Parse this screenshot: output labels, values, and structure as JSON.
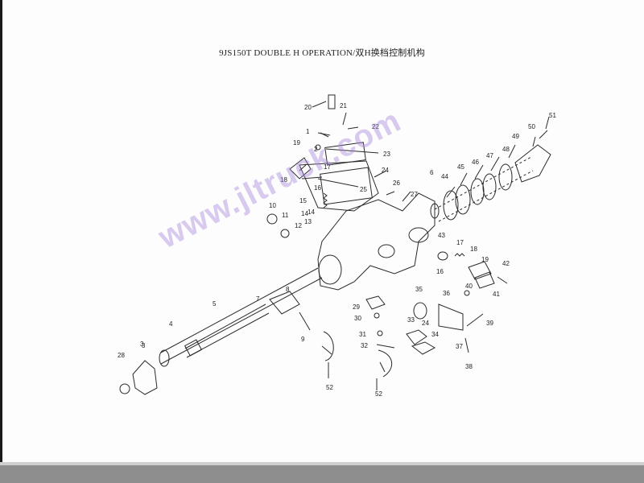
{
  "title": "9JS150T DOUBLE H OPERATION/双H换档控制机构",
  "watermark": "www.jltruck.com",
  "part_labels": [
    "20",
    "21",
    "22",
    "1",
    "2",
    "23",
    "19",
    "17",
    "24",
    "18",
    "16",
    "25",
    "26",
    "27",
    "6",
    "44",
    "45",
    "46",
    "47",
    "48",
    "49",
    "50",
    "51",
    "10",
    "11",
    "15",
    "14",
    "13",
    "12",
    "43",
    "3",
    "7",
    "8",
    "9",
    "17",
    "18",
    "19",
    "42",
    "41",
    "16",
    "40",
    "35",
    "36",
    "29",
    "30",
    "31",
    "32",
    "33",
    "34",
    "37",
    "38",
    "52",
    "52",
    "28",
    "4",
    "5",
    "3",
    "39",
    "24",
    "14"
  ]
}
